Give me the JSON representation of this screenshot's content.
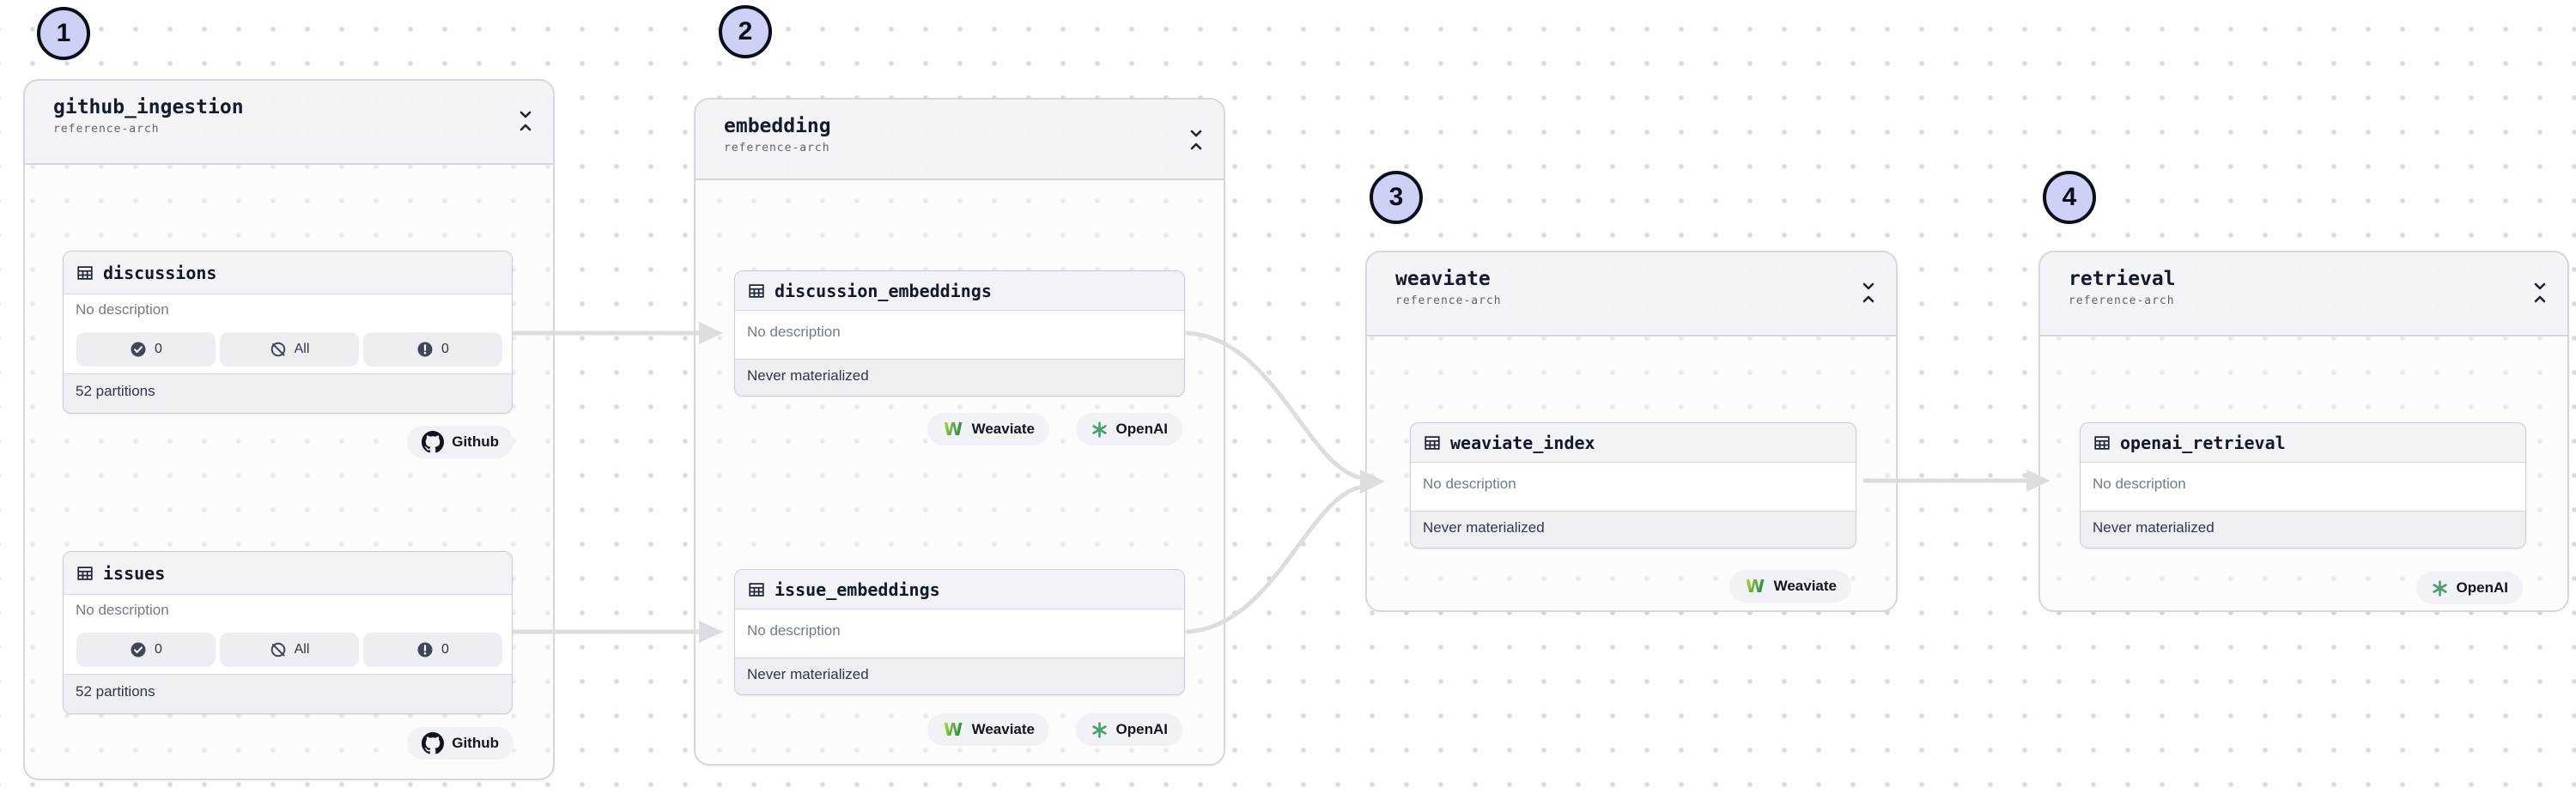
{
  "page": {
    "background": "#ffffff",
    "dot_color": "#d9dade",
    "edge_color": "#dcdde1",
    "marker_fill": "#ced1f5"
  },
  "markers": [
    {
      "label": "1"
    },
    {
      "label": "2"
    },
    {
      "label": "3"
    },
    {
      "label": "4"
    }
  ],
  "groups": [
    {
      "title": "github_ingestion",
      "subtitle": "reference-arch",
      "assets": [
        {
          "title": "discussions",
          "description": "No description",
          "footer": "52 partitions",
          "badges": [
            {
              "icon": "check-circle-icon",
              "label": "0"
            },
            {
              "icon": "ban-circle-icon",
              "label": "All"
            },
            {
              "icon": "exclamation-circle-icon",
              "label": "0"
            }
          ],
          "tags": [
            {
              "icon": "github-icon",
              "label": "Github"
            }
          ]
        },
        {
          "title": "issues",
          "description": "No description",
          "footer": "52 partitions",
          "badges": [
            {
              "icon": "check-circle-icon",
              "label": "0"
            },
            {
              "icon": "ban-circle-icon",
              "label": "All"
            },
            {
              "icon": "exclamation-circle-icon",
              "label": "0"
            }
          ],
          "tags": [
            {
              "icon": "github-icon",
              "label": "Github"
            }
          ]
        }
      ]
    },
    {
      "title": "embedding",
      "subtitle": "reference-arch",
      "assets": [
        {
          "title": "discussion_embeddings",
          "description": "No description",
          "footer": "Never materialized",
          "tags": [
            {
              "icon": "weaviate-icon",
              "label": "Weaviate"
            },
            {
              "icon": "openai-icon",
              "label": "OpenAI"
            }
          ]
        },
        {
          "title": "issue_embeddings",
          "description": "No description",
          "footer": "Never materialized",
          "tags": [
            {
              "icon": "weaviate-icon",
              "label": "Weaviate"
            },
            {
              "icon": "openai-icon",
              "label": "OpenAI"
            }
          ]
        }
      ]
    },
    {
      "title": "weaviate",
      "subtitle": "reference-arch",
      "assets": [
        {
          "title": "weaviate_index",
          "description": "No description",
          "footer": "Never materialized",
          "tags": [
            {
              "icon": "weaviate-icon",
              "label": "Weaviate"
            }
          ]
        }
      ]
    },
    {
      "title": "retrieval",
      "subtitle": "reference-arch",
      "assets": [
        {
          "title": "openai_retrieval",
          "description": "No description",
          "footer": "Never materialized",
          "tags": [
            {
              "icon": "openai-icon",
              "label": "OpenAI"
            }
          ]
        }
      ]
    }
  ],
  "edges": [
    {
      "from": "discussions",
      "to": "discussion_embeddings"
    },
    {
      "from": "issues",
      "to": "issue_embeddings"
    },
    {
      "from": "discussion_embeddings",
      "to": "weaviate_index"
    },
    {
      "from": "issue_embeddings",
      "to": "weaviate_index"
    },
    {
      "from": "weaviate_index",
      "to": "openai_retrieval"
    }
  ]
}
